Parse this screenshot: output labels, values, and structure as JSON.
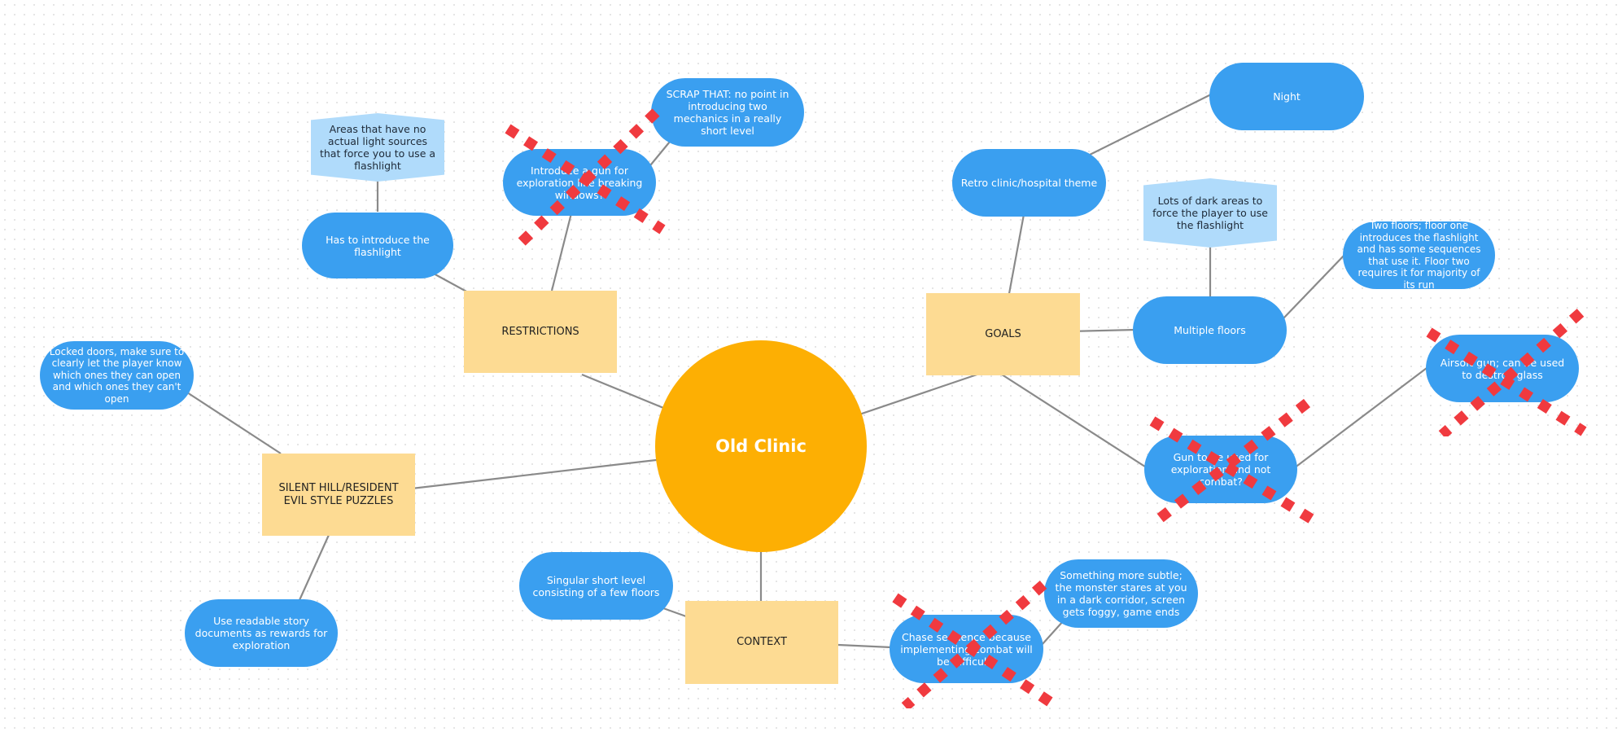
{
  "center": {
    "label": "Old Clinic",
    "color": "#fdaf03"
  },
  "categories": {
    "restrictions": "RESTRICTIONS",
    "goals": "GOALS",
    "puzzles": "SILENT HILL/RESIDENT EVIL STYLE PUZZLES",
    "context": "CONTEXT"
  },
  "nodes": {
    "flashlight_areas": "Areas that have no actual light sources that force you to use a flashlight",
    "introduce_flashlight": "Has to introduce the flashlight",
    "gun_exploration_mechanic": "Introduce a gun for exploration like breaking windows?",
    "scrap_that": "SCRAP THAT: no point  in introducing two mechanics in a really short level",
    "night": "Night",
    "retro_theme": "Retro clinic/hospital theme",
    "dark_areas": "Lots of dark areas to force the player to use the flashlight",
    "multiple_floors": "Multiple floors",
    "two_floors": "Two floors; floor one introduces the flashlight and has some sequences that use it. Floor two requires it for majority of its run",
    "gun_not_combat": "Gun to be used for exploration and not combat?",
    "airsoft_gun": "Airsoft gun; can be used to destroy glass",
    "locked_doors": "Locked doors, make sure to clearly let the player know which ones they can open and which ones they can't open",
    "story_documents": "Use readable story documents as rewards for exploration",
    "short_level": "Singular short level consisting of a few floors",
    "chase_sequence": "Chase sequence because implementing combat will be difficult?",
    "subtle_monster": "Something more subtle; the monster stares at you in a dark corridor, screen gets foggy, game ends"
  },
  "colors": {
    "pill": "#3a9ff0",
    "category": "#fddb93",
    "hexagon": "#b0dbfb",
    "connector": "#8a8a8a",
    "cross_out": "#f03a3f"
  }
}
